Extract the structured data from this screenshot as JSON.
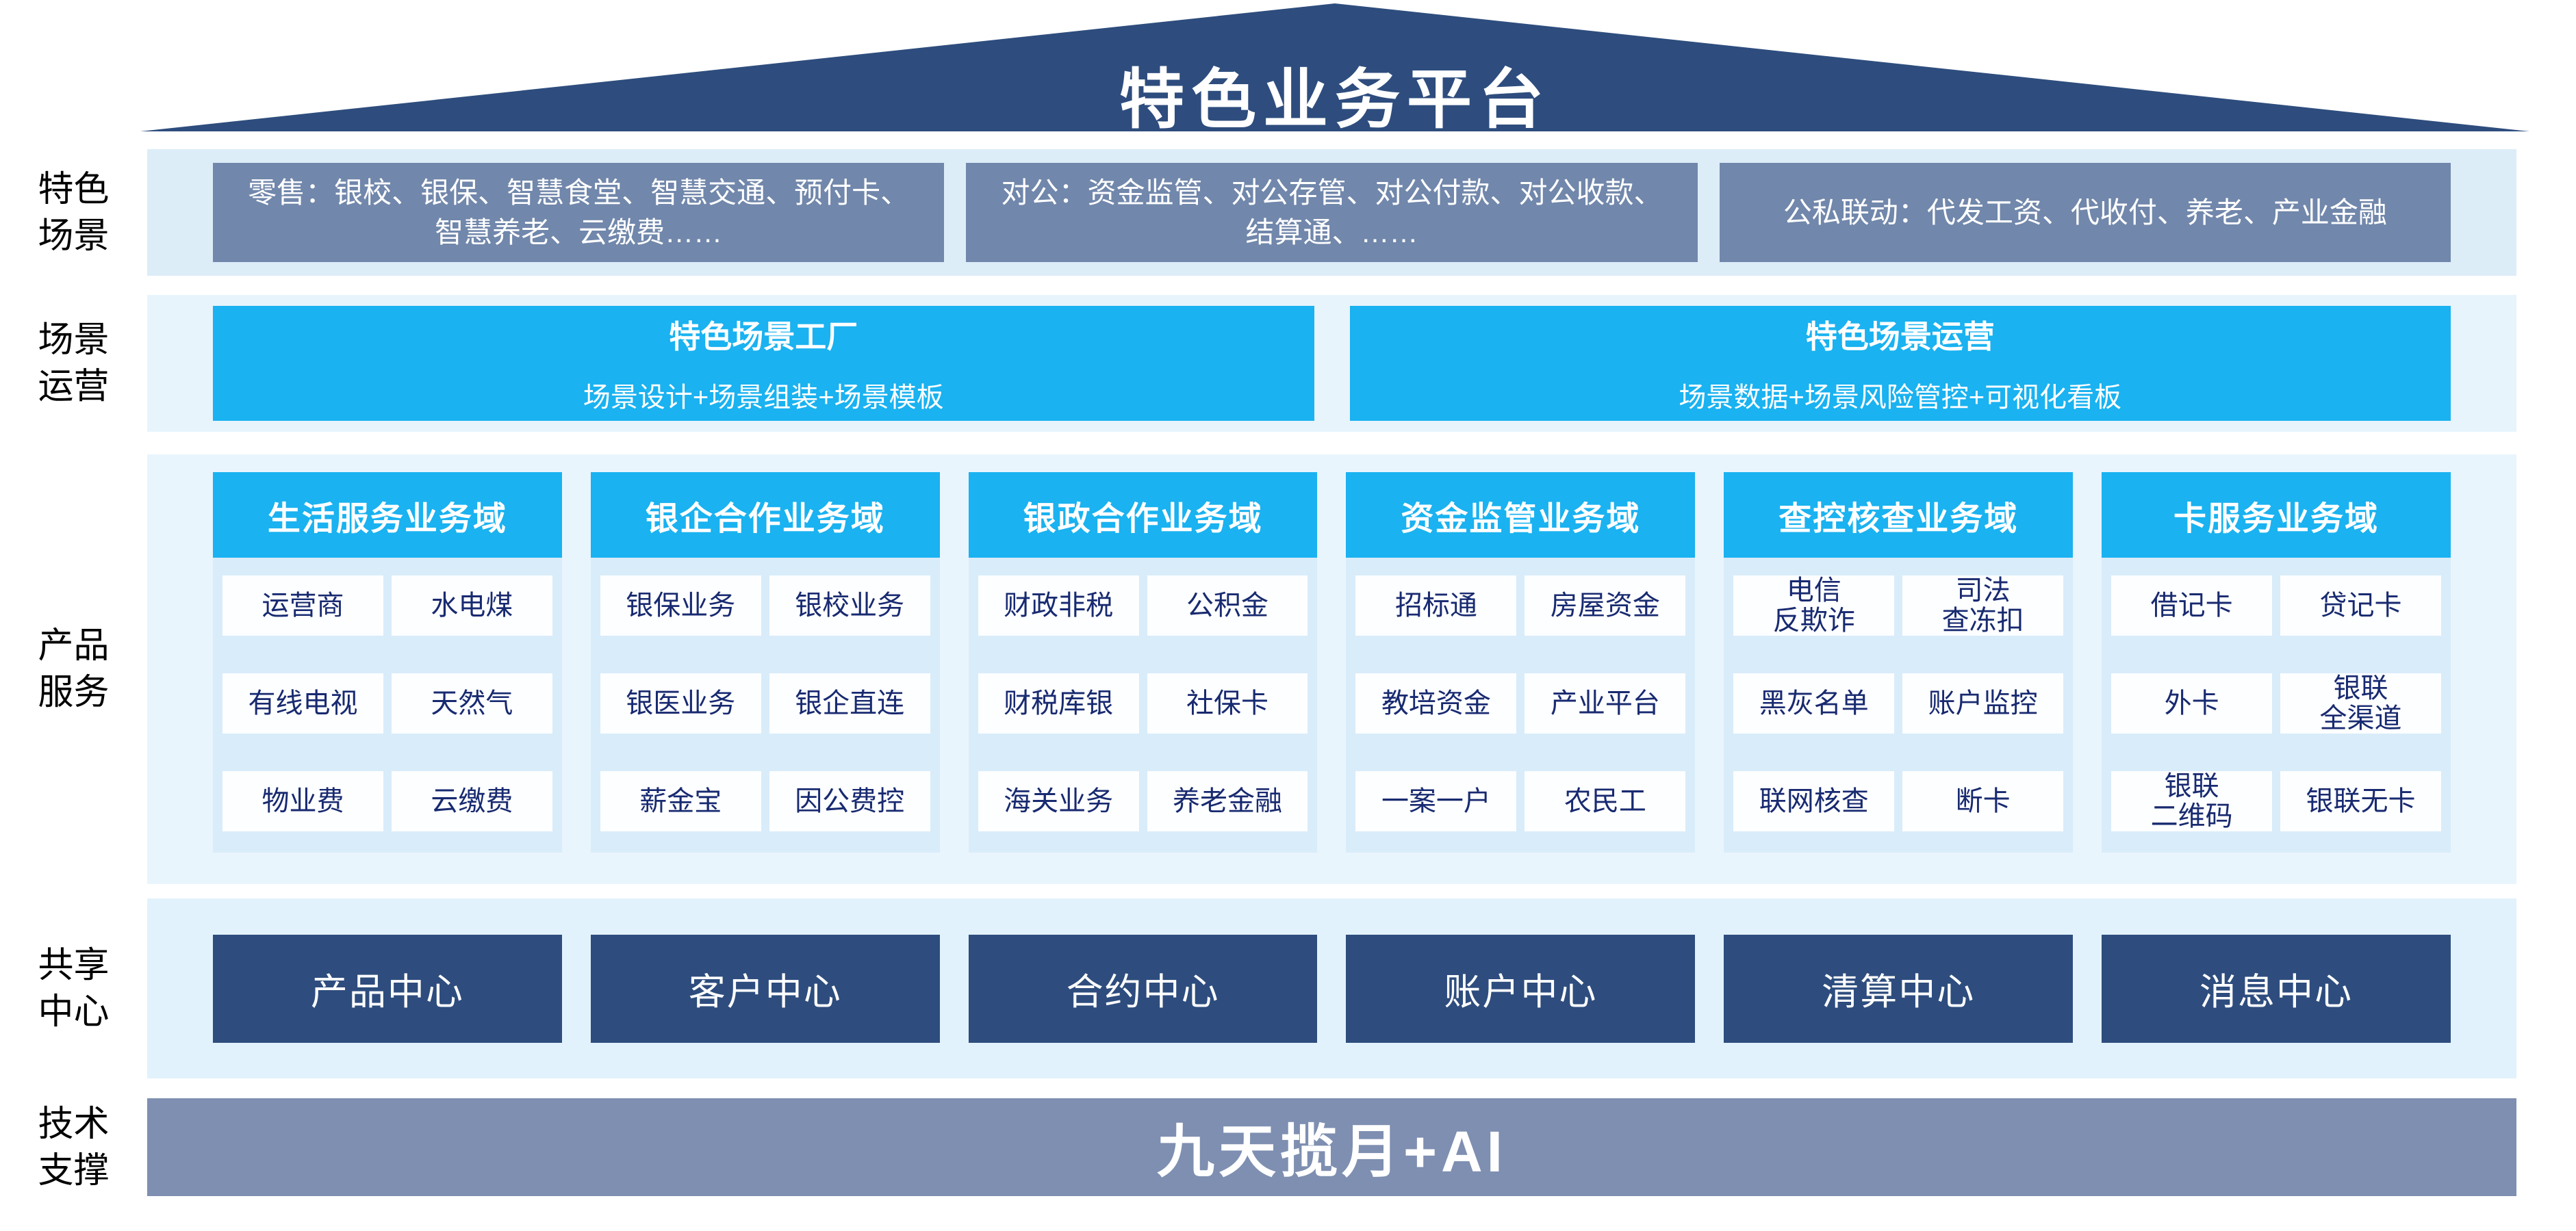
{
  "title": "特色业务平台",
  "colors": {
    "navy": "#2e4d7e",
    "gray_blue": "#7187ab",
    "tech_gray_blue": "#7e8fb1",
    "cyan": "#1ab2f0",
    "band_light_blue": "#dcedf8",
    "panel_body_blue": "#d9ecfa",
    "cell_text_navy": "#182a70",
    "label_black": "#000000",
    "white": "#ffffff"
  },
  "rows": {
    "scene": {
      "label": "特色\n场景",
      "boxes": [
        "零售：银校、银保、智慧食堂、智慧交通、预付卡、智慧养老、云缴费……",
        "对公：资金监管、对公存管、对公付款、对公收款、结算通、……",
        "公私联动：代发工资、代收付、养老、产业金融"
      ]
    },
    "operation": {
      "label": "场景\n运营",
      "boxes": [
        {
          "title": "特色场景工厂",
          "subtitle": "场景设计+场景组装+场景模板"
        },
        {
          "title": "特色场景运营",
          "subtitle": "场景数据+场景风险管控+可视化看板"
        }
      ]
    },
    "product": {
      "label": "产品\n服务",
      "columns": [
        {
          "header": "生活服务业务域",
          "cells": [
            "运营商",
            "水电煤",
            "有线电视",
            "天然气",
            "物业费",
            "云缴费"
          ]
        },
        {
          "header": "银企合作业务域",
          "cells": [
            "银保业务",
            "银校业务",
            "银医业务",
            "银企直连",
            "薪金宝",
            "因公费控"
          ]
        },
        {
          "header": "银政合作业务域",
          "cells": [
            "财政非税",
            "公积金",
            "财税库银",
            "社保卡",
            "海关业务",
            "养老金融"
          ]
        },
        {
          "header": "资金监管业务域",
          "cells": [
            "招标通",
            "房屋资金",
            "教培资金",
            "产业平台",
            "一案一户",
            "农民工"
          ]
        },
        {
          "header": "查控核查业务域",
          "cells": [
            "电信\n反欺诈",
            "司法\n查冻扣",
            "黑灰名单",
            "账户监控",
            "联网核查",
            "断卡"
          ]
        },
        {
          "header": "卡服务业务域",
          "cells": [
            "借记卡",
            "贷记卡",
            "外卡",
            "银联\n全渠道",
            "银联\n二维码",
            "银联无卡"
          ]
        }
      ]
    },
    "share": {
      "label": "共享\n中心",
      "centers": [
        "产品中心",
        "客户中心",
        "合约中心",
        "账户中心",
        "清算中心",
        "消息中心"
      ]
    },
    "tech": {
      "label": "技术\n支撑",
      "text": "九天揽月+AI"
    }
  }
}
